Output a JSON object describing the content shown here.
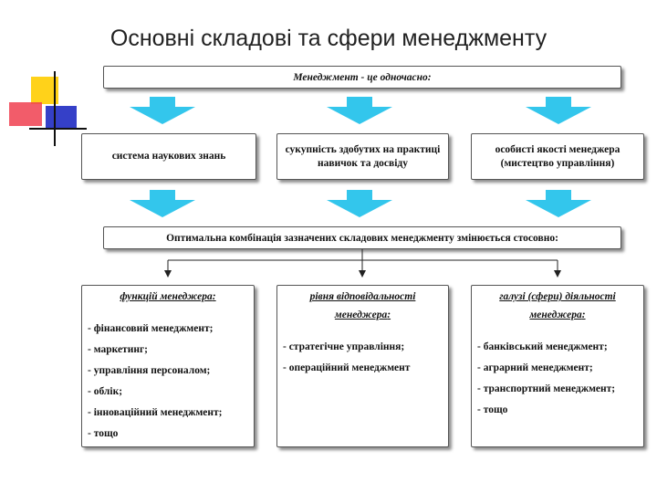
{
  "title": "Основні складові та сфери менеджменту",
  "header_box": "Менеджмент - це одночасно:",
  "components": [
    "система наукових знань",
    "сукупність здобутих на практиці навичок та досвіду",
    "особисті якості менеджера (мистецтво управління)"
  ],
  "combination_box": "Оптимальна комбінація зазначених складових менеджменту змінюється стосовно:",
  "categories": [
    {
      "heading": "функцій менеджера",
      "suffix": ":",
      "items": [
        "- фінансовий менеджмент;",
        "- маркетинг;",
        "- управління персоналом;",
        "- облік;",
        "- інноваційний менеджмент;",
        "- тощо"
      ]
    },
    {
      "heading": "рівня відповідальності менеджера",
      "suffix": ":",
      "items": [
        "- стратегічне управління;",
        "- операційний менеджмент"
      ]
    },
    {
      "heading": "галузі (сфери) діяльності менеджера",
      "suffix": ":",
      "items": [
        "- банківський менеджмент;",
        "- аграрний менеджмент;",
        "- транспортний менеджмент;",
        "- тощо"
      ]
    }
  ],
  "colors": {
    "arrow": "#33c6ec",
    "logo_yellow": "#ffd21a",
    "logo_red": "#f04050",
    "logo_blue": "#3540c8",
    "line": "#222222"
  }
}
